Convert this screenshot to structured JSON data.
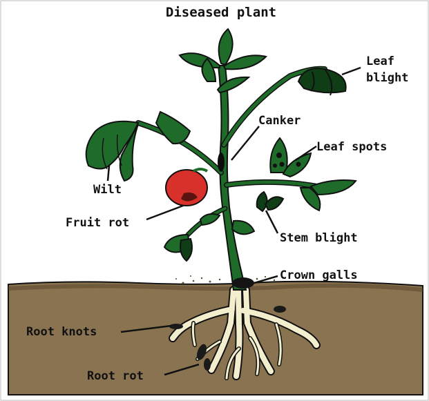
{
  "title": "Diseased plant",
  "labels": {
    "leaf_blight_1": "Leaf",
    "leaf_blight_2": "blight",
    "canker": "Canker",
    "leaf_spots": "Leaf spots",
    "wilt": "Wilt",
    "fruit_rot": "Fruit rot",
    "stem_blight": "Stem blight",
    "crown_galls": "Crown galls",
    "root_knots": "Root knots",
    "root_rot": "Root rot"
  },
  "colors": {
    "leaf": "#1e6b2a",
    "leaf_shade": "#0f3d16",
    "fruit": "#d8302a",
    "soil": "#8a7350",
    "soil_dark": "#5e4a2f",
    "root": "#f3efce",
    "outline": "#111111"
  }
}
